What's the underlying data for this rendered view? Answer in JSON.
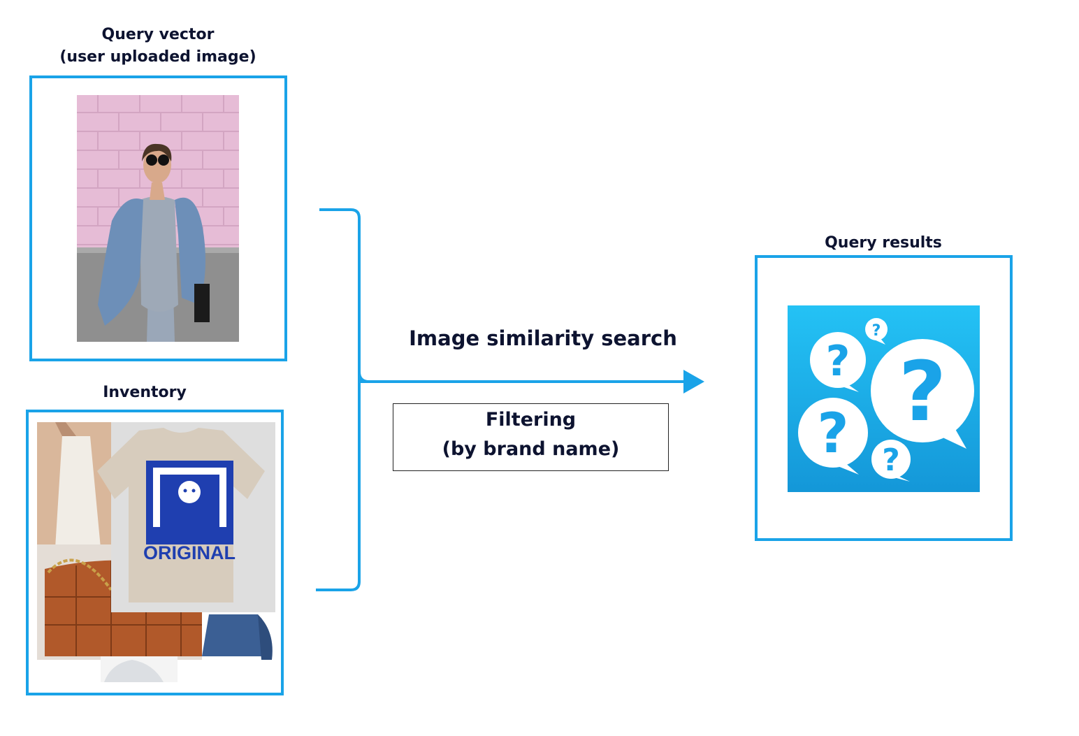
{
  "query_vector": {
    "title_line1": "Query vector",
    "title_line2": "(user uploaded image)"
  },
  "inventory": {
    "title": "Inventory",
    "shirt_print": "ORIGINAL"
  },
  "query_results": {
    "title": "Query results"
  },
  "edges": {
    "search_label": "Image similarity search",
    "filter_line1": "Filtering",
    "filter_line2": "(by brand name)"
  },
  "colors": {
    "accent": "#1aa3e8",
    "results_bg": "#1eb6ee",
    "text": "#0d1330"
  }
}
